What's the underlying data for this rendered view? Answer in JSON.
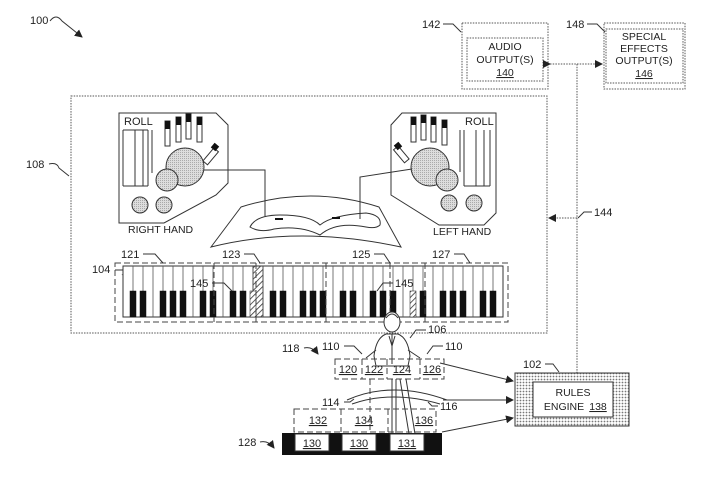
{
  "figure_ref": "100",
  "labels": {
    "display_ref": "108",
    "keyboard_ref": "104",
    "section_refs": [
      "121",
      "123",
      "125",
      "127"
    ],
    "highlight_refs": [
      "145",
      "145"
    ],
    "performer_ref": "106",
    "hand_refs": [
      "110",
      "110"
    ],
    "hand_sensor_group_ref": "118",
    "arc_refs": [
      "114",
      "116"
    ],
    "floor_ref": "128",
    "link_ref": "144",
    "engine_ref": "102",
    "audio_ref": "142",
    "effects_ref": "148"
  },
  "controllers": {
    "right": {
      "roll_label": "ROLL",
      "caption": "RIGHT HAND"
    },
    "left": {
      "roll_label": "ROLL",
      "caption": "LEFT HAND"
    }
  },
  "audio_box": {
    "line1": "AUDIO",
    "line2": "OUTPUT(S)",
    "ref": "140"
  },
  "effects_box": {
    "line1": "SPECIAL",
    "line2": "EFFECTS",
    "line3": "OUTPUT(S)",
    "ref": "146"
  },
  "rules_box": {
    "line1": "RULES",
    "line2": "ENGINE",
    "ref": "138"
  },
  "hand_zones": [
    "120",
    "122",
    "124",
    "126"
  ],
  "floor_zones": [
    "132",
    "134",
    "136"
  ],
  "floor_pads": [
    "130",
    "130",
    "131"
  ]
}
